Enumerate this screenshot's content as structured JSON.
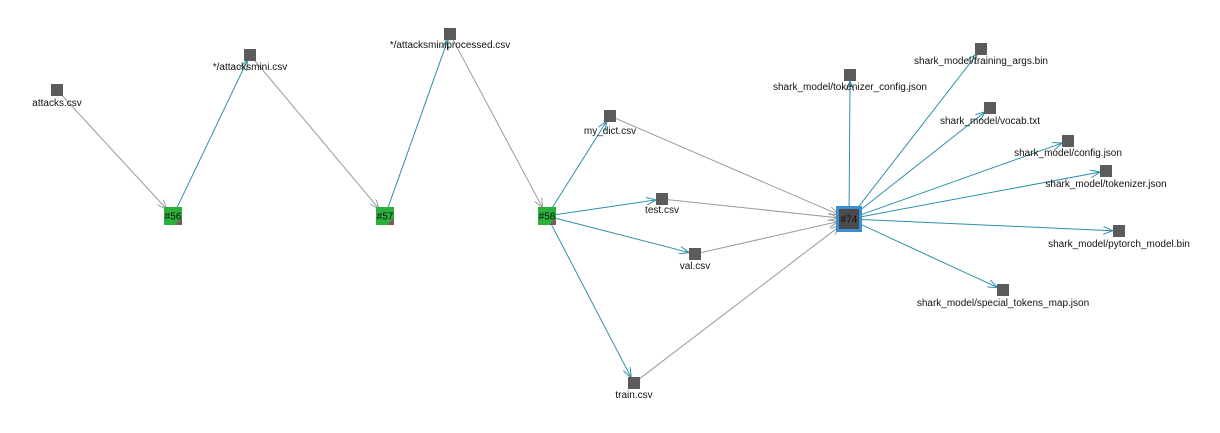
{
  "colors": {
    "file_node": "#5b5b5b",
    "run_node": "#2bb03c",
    "run_node_corner": "#7a5b5b",
    "selected_run_fill": "#4b4b4b",
    "selected_run_border": "#3b8fd1",
    "input_edge": "#9a9a9a",
    "output_edge": "#2f8fa8"
  },
  "icons": {
    "file_node": "square-file-icon",
    "run_node": "run-square-icon"
  },
  "runs": [
    {
      "id": "run56",
      "label": "#56"
    },
    {
      "id": "run57",
      "label": "#57"
    },
    {
      "id": "run58",
      "label": "#58"
    },
    {
      "id": "run74",
      "label": "#74",
      "selected": true
    }
  ],
  "files": [
    {
      "id": "attacks",
      "label": "attacks.csv"
    },
    {
      "id": "attacksmini",
      "label": "*/attacksmini.csv"
    },
    {
      "id": "attacksminiprocessed",
      "label": "*/attacksminiprocessed.csv"
    },
    {
      "id": "my_dict",
      "label": "my_dict.csv"
    },
    {
      "id": "test",
      "label": "test.csv"
    },
    {
      "id": "val",
      "label": "val.csv"
    },
    {
      "id": "train",
      "label": "train.csv"
    },
    {
      "id": "tokenizer_config",
      "label": "shark_model/tokenizer_config.json"
    },
    {
      "id": "training_args",
      "label": "shark_model/training_args.bin"
    },
    {
      "id": "vocab",
      "label": "shark_model/vocab.txt"
    },
    {
      "id": "config",
      "label": "shark_model/config.json"
    },
    {
      "id": "tokenizer",
      "label": "shark_model/tokenizer.json"
    },
    {
      "id": "pytorch_model",
      "label": "shark_model/pytorch_model.bin"
    },
    {
      "id": "special_tokens_map",
      "label": "shark_model/special_tokens_map.json"
    }
  ],
  "edges": [
    {
      "from": "attacks",
      "to": "run56",
      "kind": "input"
    },
    {
      "from": "run56",
      "to": "attacksmini",
      "kind": "output"
    },
    {
      "from": "attacksmini",
      "to": "run57",
      "kind": "input"
    },
    {
      "from": "run57",
      "to": "attacksminiprocessed",
      "kind": "output"
    },
    {
      "from": "attacksminiprocessed",
      "to": "run58",
      "kind": "input"
    },
    {
      "from": "run58",
      "to": "my_dict",
      "kind": "output"
    },
    {
      "from": "run58",
      "to": "test",
      "kind": "output"
    },
    {
      "from": "run58",
      "to": "val",
      "kind": "output"
    },
    {
      "from": "run58",
      "to": "train",
      "kind": "output"
    },
    {
      "from": "my_dict",
      "to": "run74",
      "kind": "input"
    },
    {
      "from": "test",
      "to": "run74",
      "kind": "input"
    },
    {
      "from": "val",
      "to": "run74",
      "kind": "input"
    },
    {
      "from": "train",
      "to": "run74",
      "kind": "input"
    },
    {
      "from": "run74",
      "to": "tokenizer_config",
      "kind": "output"
    },
    {
      "from": "run74",
      "to": "training_args",
      "kind": "output"
    },
    {
      "from": "run74",
      "to": "vocab",
      "kind": "output"
    },
    {
      "from": "run74",
      "to": "config",
      "kind": "output"
    },
    {
      "from": "run74",
      "to": "tokenizer",
      "kind": "output"
    },
    {
      "from": "run74",
      "to": "pytorch_model",
      "kind": "output"
    },
    {
      "from": "run74",
      "to": "special_tokens_map",
      "kind": "output"
    }
  ]
}
